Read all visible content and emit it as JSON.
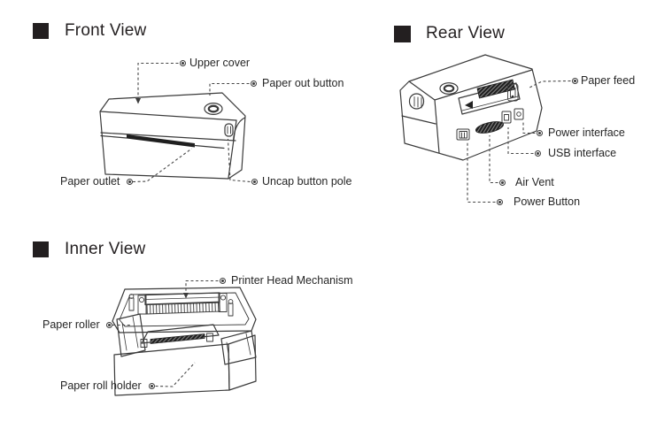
{
  "page": {
    "background": "#ffffff",
    "ink_color": "#231f20",
    "line_color": "#3a3a3a",
    "callout_marker_icon": "circled-dot",
    "heading_bullet_icon": "black-square"
  },
  "sections": {
    "front": {
      "title": "Front View",
      "labels": {
        "upper_cover": "Upper cover",
        "paper_out_button": "Paper out button",
        "paper_outlet": "Paper outlet",
        "uncap_button_pole": "Uncap button pole"
      }
    },
    "rear": {
      "title": "Rear View",
      "labels": {
        "paper_feed": "Paper feed",
        "power_interface": "Power interface",
        "usb_interface": "USB interface",
        "air_vent": "Air Vent",
        "power_button": "Power Button"
      }
    },
    "inner": {
      "title": "Inner View",
      "labels": {
        "printer_head_mechanism": "Printer Head Mechanism",
        "paper_roller": "Paper roller",
        "paper_roll_holder": "Paper roll holder"
      }
    }
  }
}
